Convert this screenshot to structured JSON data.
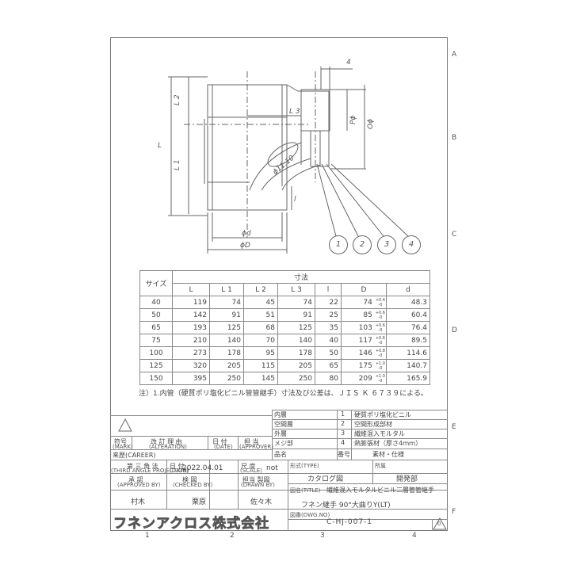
{
  "drawing_labels": {
    "L": "L",
    "L1": "L 1",
    "L2": "L 2",
    "L3": "L 3",
    "l": "l",
    "d": "ϕd",
    "D": "ϕD",
    "P": "Pϕ",
    "O": "Oϕ",
    "four": "4",
    "phi": "ϕ11.10"
  },
  "callouts": [
    "1",
    "2",
    "3",
    "4"
  ],
  "grid": {
    "rows": [
      "A",
      "B",
      "C",
      "D",
      "E",
      "F"
    ],
    "cols": [
      "1",
      "2",
      "3",
      "4"
    ]
  },
  "dim_table": {
    "header_size": "サイズ",
    "header_group": "寸法",
    "columns": [
      "L",
      "L 1",
      "L 2",
      "L 3",
      "l",
      "D",
      "d"
    ],
    "rows": [
      {
        "size": "40",
        "L": "119",
        "L1": "74",
        "L2": "45",
        "L3": "74",
        "l": "22",
        "D": "74",
        "tol": "+0.4 -0",
        "d": "48.3"
      },
      {
        "size": "50",
        "L": "142",
        "L1": "91",
        "L2": "51",
        "L3": "91",
        "l": "25",
        "D": "85",
        "tol": "+0.6 -0",
        "d": "60.4"
      },
      {
        "size": "65",
        "L": "193",
        "L1": "125",
        "L2": "68",
        "L3": "125",
        "l": "35",
        "D": "103",
        "tol": "+0.6 -0",
        "d": "76.4"
      },
      {
        "size": "75",
        "L": "210",
        "L1": "140",
        "L2": "70",
        "L3": "140",
        "l": "40",
        "D": "117",
        "tol": "+0.6 -0",
        "d": "89.5"
      },
      {
        "size": "100",
        "L": "273",
        "L1": "178",
        "L2": "95",
        "L3": "178",
        "l": "50",
        "D": "146",
        "tol": "+0.8 -0",
        "d": "114.6"
      },
      {
        "size": "125",
        "L": "320",
        "L1": "205",
        "L2": "115",
        "L3": "205",
        "l": "65",
        "D": "175",
        "tol": "+1.0 -0",
        "d": "140.7"
      },
      {
        "size": "150",
        "L": "395",
        "L1": "250",
        "L2": "145",
        "L3": "250",
        "l": "80",
        "D": "209",
        "tol": "+1.0 -0",
        "d": "165.9"
      }
    ]
  },
  "note": "注）1.内管（硬質ポリ塩化ビニル管管継手）寸法及び公差は、ＪＩＳ Ｋ ６７３９による。",
  "parts": [
    {
      "name": "内層",
      "no": "1",
      "material": "硬質ポリ塩化ビニル"
    },
    {
      "name": "空間層",
      "no": "2",
      "material": "空間形成部材"
    },
    {
      "name": "外層",
      "no": "3",
      "material": "繊維混入モルタル"
    },
    {
      "name": "メジ部",
      "no": "4",
      "material": "熱膨張材（厚さ4ｍｍ）"
    },
    {
      "name": "品名",
      "no": "番号",
      "material": "素材・仕様"
    }
  ],
  "revision": {
    "mark": "符号",
    "mark_en": "(MARK)",
    "alteration": "改 訂 理 由",
    "alteration_en": "(ALTERATION)",
    "date": "日 付",
    "date_en": "(DATE)",
    "approver": "担 当",
    "approver_en": "(APPROVER)",
    "career": "来歴(CAREER)"
  },
  "title_block": {
    "projection": "第 三 角 法",
    "projection_en": "(THIRD ANGLE PROJECTION)",
    "date_label": "日 付",
    "date_en": "(DATE)",
    "date": "2022.04.01",
    "scale_label": "尺 度",
    "scale_en": "(SCALE)",
    "scale": "not",
    "type_label": "形式(TYPE)",
    "type": "カタログ図",
    "dept_label": "所属",
    "dept": "開発部",
    "approved_label": "承 認",
    "approved_en": "(APPROVED BY)",
    "approved": "村木",
    "checked_label": "検 図",
    "checked_en": "(CHECKED BY)",
    "checked": "栗原",
    "drawn_label": "担当 製図",
    "drawn_en": "(DRAWN BY)",
    "drawn": "佐々木",
    "title_label": "図名(TITLE)",
    "title1": "繊維混入モルタルビニル二層管管継手",
    "title2": "フネン継手 90°大曲りY(LT)",
    "dwg_label": "図番(DWG.NO)",
    "dwg": "C-HJ-007-1",
    "revision_no": "0",
    "company": "フネンアクロス株式会社"
  }
}
